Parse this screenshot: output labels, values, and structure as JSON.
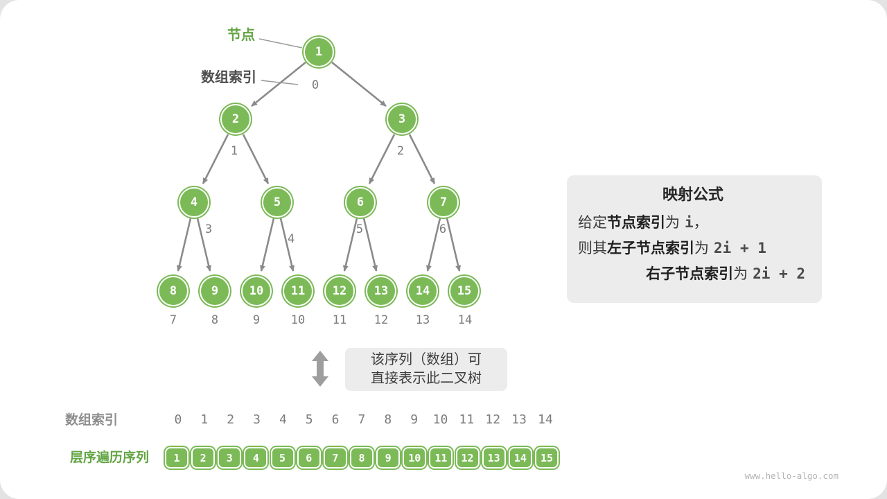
{
  "pointers": {
    "node_label": "节点",
    "index_label": "数组索引"
  },
  "sequence": {
    "indices": [
      "0",
      "1",
      "2",
      "3",
      "4",
      "5",
      "6",
      "7",
      "8",
      "9",
      "10",
      "11",
      "12",
      "13",
      "14"
    ],
    "values": [
      "1",
      "2",
      "3",
      "4",
      "5",
      "6",
      "7",
      "8",
      "9",
      "10",
      "11",
      "12",
      "13",
      "14",
      "15"
    ]
  },
  "formula": {
    "title": "映射公式",
    "line1": {
      "t1": "给定",
      "b1": "节点索引",
      "t2": "为",
      "v": "i",
      "t3": "，"
    },
    "line2": {
      "t1": "则其",
      "b1": "左子节点索引",
      "t2": "为",
      "c1": "2",
      "v": "i",
      "c2": " + 1"
    },
    "line3": {
      "b1": "右子节点索引",
      "t2": "为",
      "c1": "2",
      "v": "i",
      "c2": " + 2"
    }
  },
  "callout": {
    "line1": "该序列（数组）可",
    "line2": "直接表示此二叉树"
  },
  "bottom": {
    "index_label": "数组索引",
    "sequence_label": "层序遍历序列"
  },
  "watermark": "www.hello-algo.com",
  "colors": {
    "node_green": "#7cba58",
    "label_green": "#63a544",
    "arrow_gray": "#8a8a8a",
    "panel_gray": "#ececec"
  }
}
